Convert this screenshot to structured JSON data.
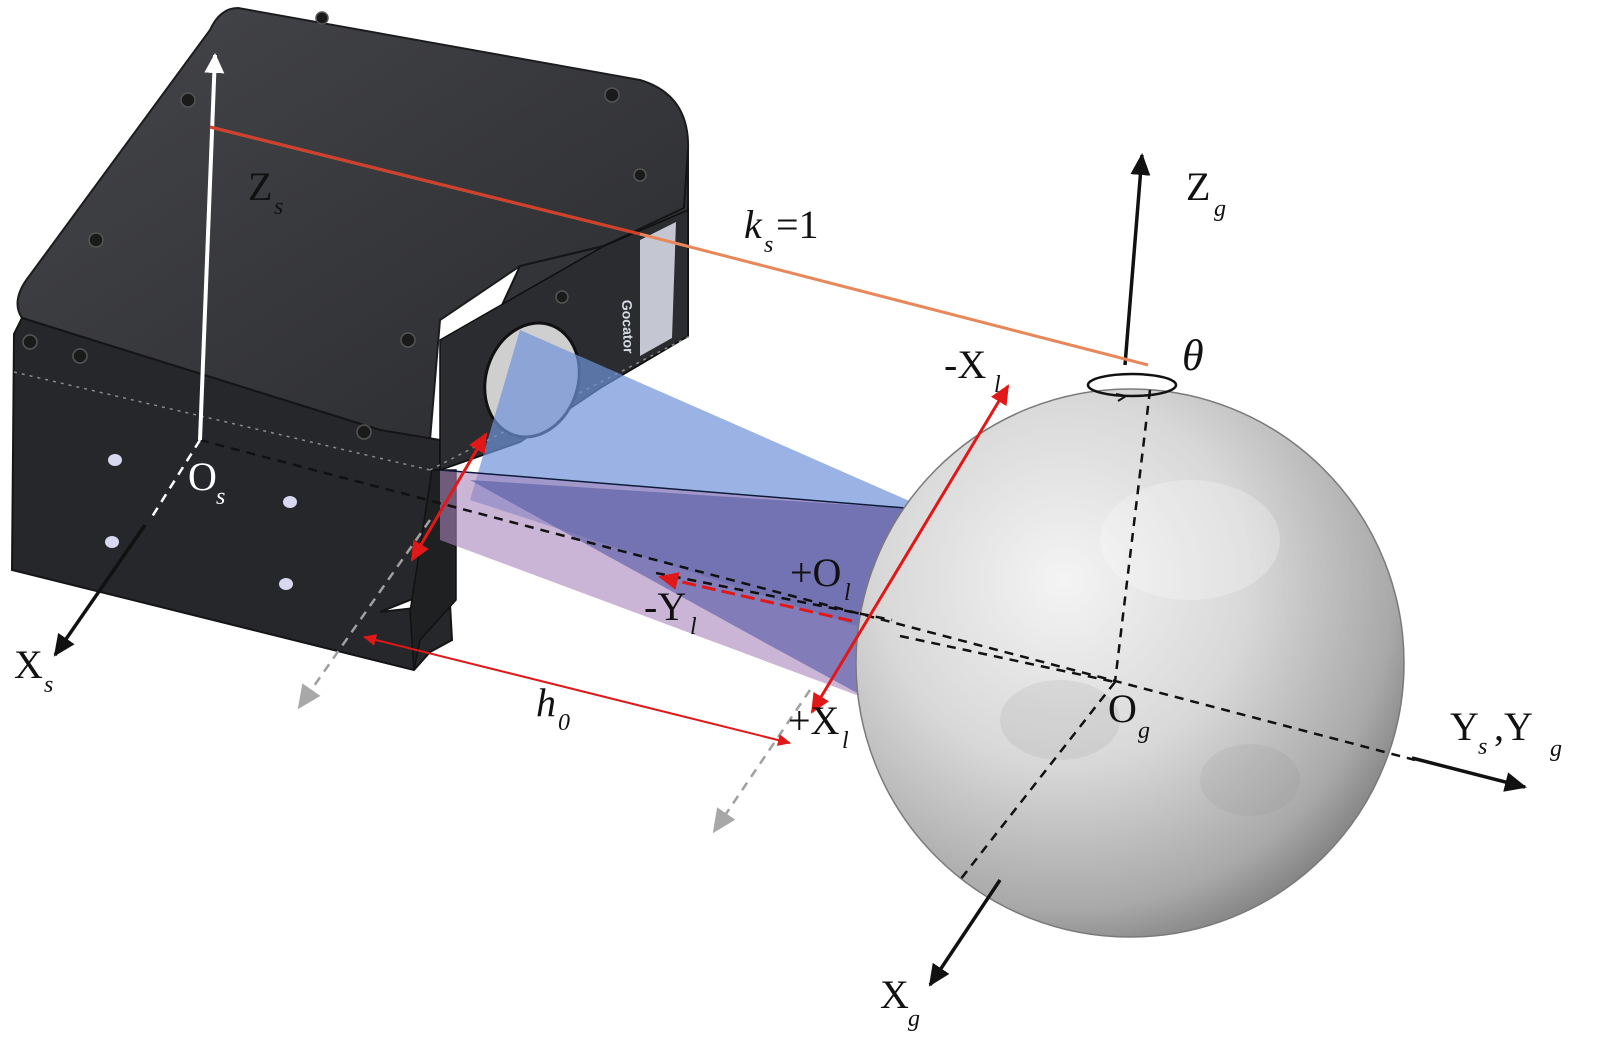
{
  "labels": {
    "zs": {
      "main": "Z",
      "sub": "s"
    },
    "os": {
      "main": "O",
      "sub": "s"
    },
    "xs": {
      "main": "X",
      "sub": "s"
    },
    "ks": {
      "main": "k",
      "sub": "s",
      "tail": " =1"
    },
    "zg": {
      "main": "Z",
      "sub": "g"
    },
    "theta": "θ",
    "minus_xl": {
      "main": "-X",
      "sub": "l"
    },
    "plus_ol": {
      "main": "+O",
      "sub": "l"
    },
    "minus_yl": {
      "main": "-Y",
      "sub": "l"
    },
    "h0": "h",
    "h0_sub": "0",
    "plus_xl": {
      "main": "+X",
      "sub": "l"
    },
    "og": {
      "main": "O",
      "sub": "g"
    },
    "ysyg": {
      "main1": "Y",
      "sub1": "s",
      "sep": " ,Y",
      "sub2": "g"
    },
    "xg": {
      "main": "X",
      "sub": "g"
    }
  },
  "device_logo": "Gocator",
  "colors": {
    "sensor_body": "#2f3033",
    "sensor_top": "#3b3c40",
    "laser_plane": "#7f9fd9",
    "laser_plane_lower": "#b48ec0",
    "axis_black": "#111111",
    "axis_white": "#ffffff",
    "dimension_red": "#e01818",
    "ks_line": "#e8875a",
    "sphere_base": "#d9d9d9"
  }
}
